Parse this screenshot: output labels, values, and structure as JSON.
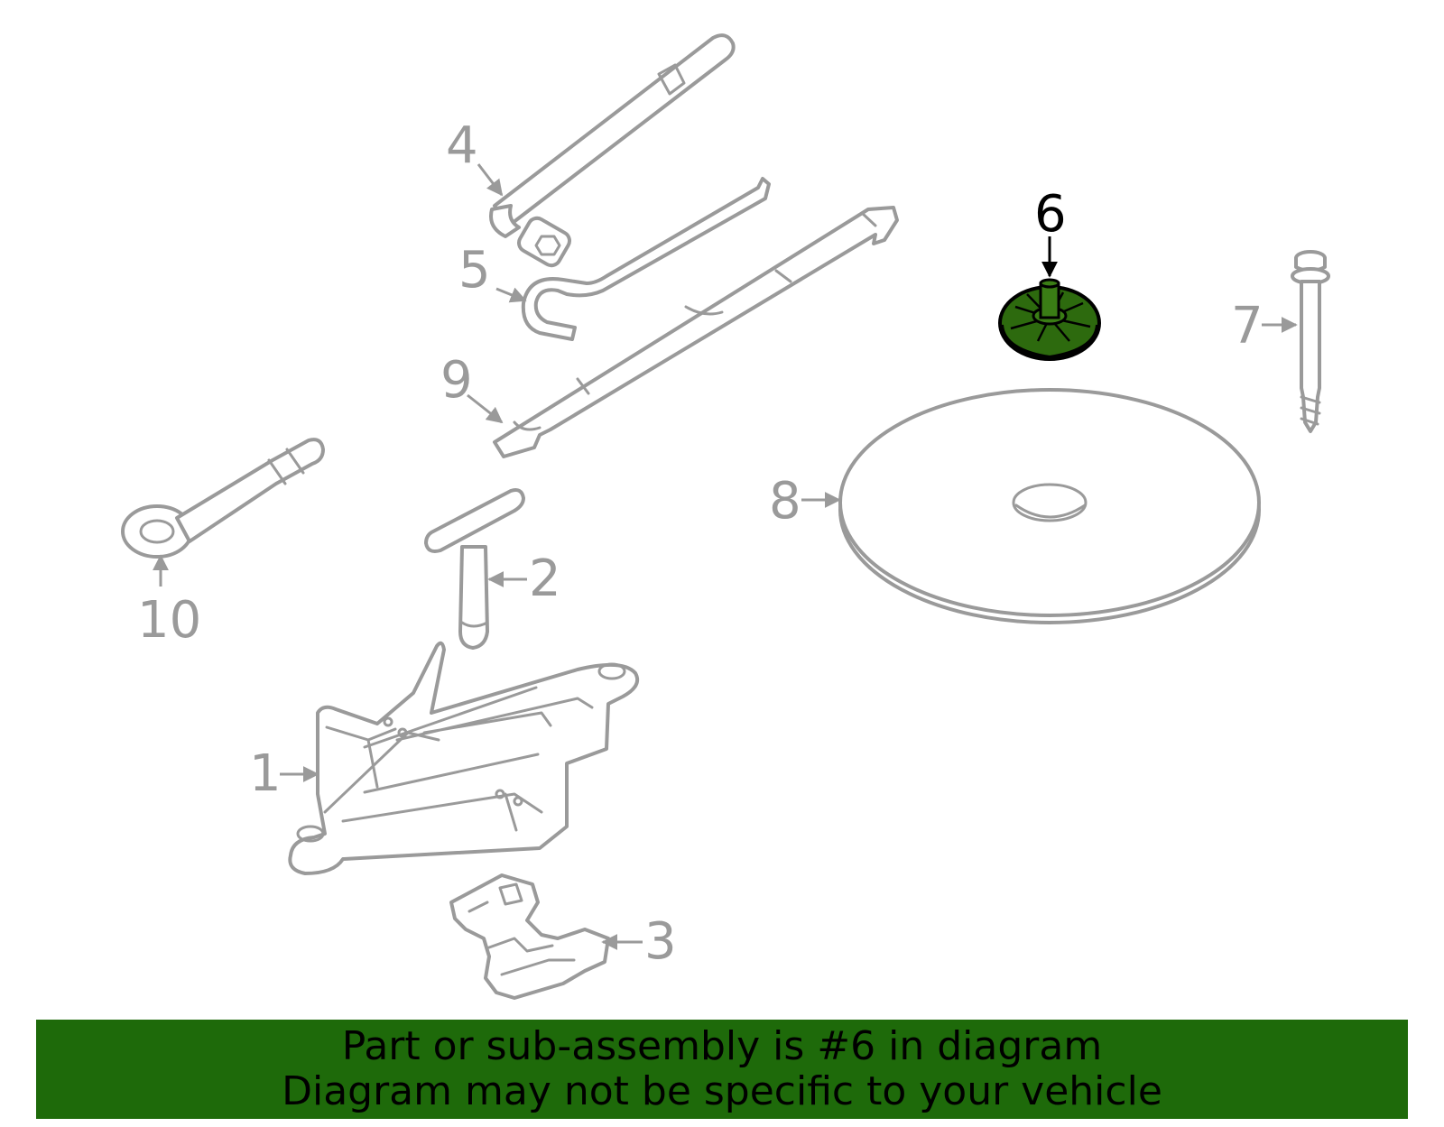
{
  "callouts": {
    "c1": "1",
    "c2": "2",
    "c3": "3",
    "c4": "4",
    "c5": "5",
    "c6": "6",
    "c7": "7",
    "c8": "8",
    "c9": "9",
    "c10": "10"
  },
  "highlighted_part": "6",
  "colors": {
    "highlight": "#2d6a0e",
    "banner": "#1e6a0a",
    "line": "#9a9a9a"
  },
  "banner": {
    "line1": "Part or sub-assembly is #6 in diagram",
    "line2": "Diagram may not be specific to your vehicle"
  }
}
